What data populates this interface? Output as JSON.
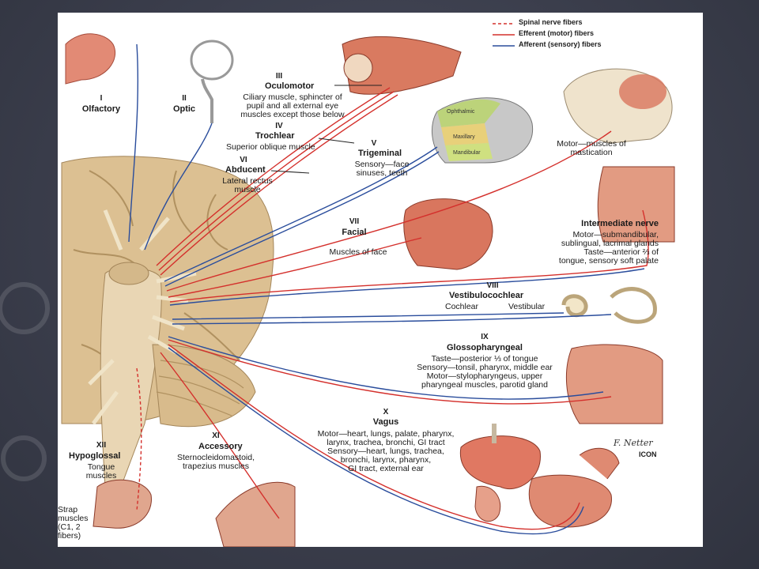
{
  "legend": {
    "spinal": "Spinal nerve fibers",
    "efferent": "Efferent (motor) fibers",
    "afferent": "Afferent (sensory) fibers"
  },
  "colors": {
    "efferent": "#d4302c",
    "afferent": "#2a4d9c",
    "spinal": "#d4302c",
    "brain": "#d9b98a",
    "tissue": "#d9765e"
  },
  "nerves": {
    "I": {
      "num": "I",
      "name": "Olfactory"
    },
    "II": {
      "num": "II",
      "name": "Optic"
    },
    "III": {
      "num": "III",
      "name": "Oculomotor",
      "desc": [
        "Ciliary muscle, sphincter of",
        "pupil and all external eye",
        "muscles except those below"
      ]
    },
    "IV": {
      "num": "IV",
      "name": "Trochlear",
      "desc": [
        "Superior oblique muscle"
      ]
    },
    "V": {
      "num": "V",
      "name": "Trigeminal",
      "desc": [
        "Sensory—face",
        "sinuses, teeth"
      ],
      "motor": [
        "Motor—muscles of",
        "mastication"
      ],
      "regions": [
        "Ophthalmic",
        "Maxillary",
        "Mandibular"
      ]
    },
    "VI": {
      "num": "VI",
      "name": "Abducent",
      "desc": [
        "Lateral rectus",
        "muscle"
      ]
    },
    "VII": {
      "num": "VII",
      "name": "Facial",
      "desc": [
        "Muscles of face"
      ]
    },
    "intermediate": {
      "name": "Intermediate nerve",
      "desc": [
        "Motor—submandibular,",
        "sublingual, lacrimal glands",
        "Taste—anterior ⅔ of",
        "tongue, sensory soft palate"
      ]
    },
    "VIII": {
      "num": "VIII",
      "name": "Vestibulocochlear",
      "branches": [
        "Cochlear",
        "Vestibular"
      ]
    },
    "IX": {
      "num": "IX",
      "name": "Glossopharyngeal",
      "desc": [
        "Taste—posterior ⅓ of tongue",
        "Sensory—tonsil, pharynx, middle ear",
        "Motor—stylopharyngeus, upper",
        "pharyngeal muscles, parotid gland"
      ]
    },
    "X": {
      "num": "X",
      "name": "Vagus",
      "desc": [
        "Motor—heart, lungs, palate, pharynx,",
        "larynx, trachea, bronchi, GI tract",
        "Sensory—heart, lungs, trachea,",
        "bronchi, larynx, pharynx,",
        "GI tract, external ear"
      ]
    },
    "XI": {
      "num": "XI",
      "name": "Accessory",
      "desc": [
        "Sternocleidomastoid,",
        "trapezius muscles"
      ]
    },
    "XII": {
      "num": "XII",
      "name": "Hypoglossal",
      "desc": [
        "Tongue",
        "muscles"
      ]
    }
  },
  "strap": [
    "Strap",
    "muscles",
    "(C1, 2",
    "fibers)"
  ],
  "signature": "F. Netter",
  "publisher": "ICON"
}
